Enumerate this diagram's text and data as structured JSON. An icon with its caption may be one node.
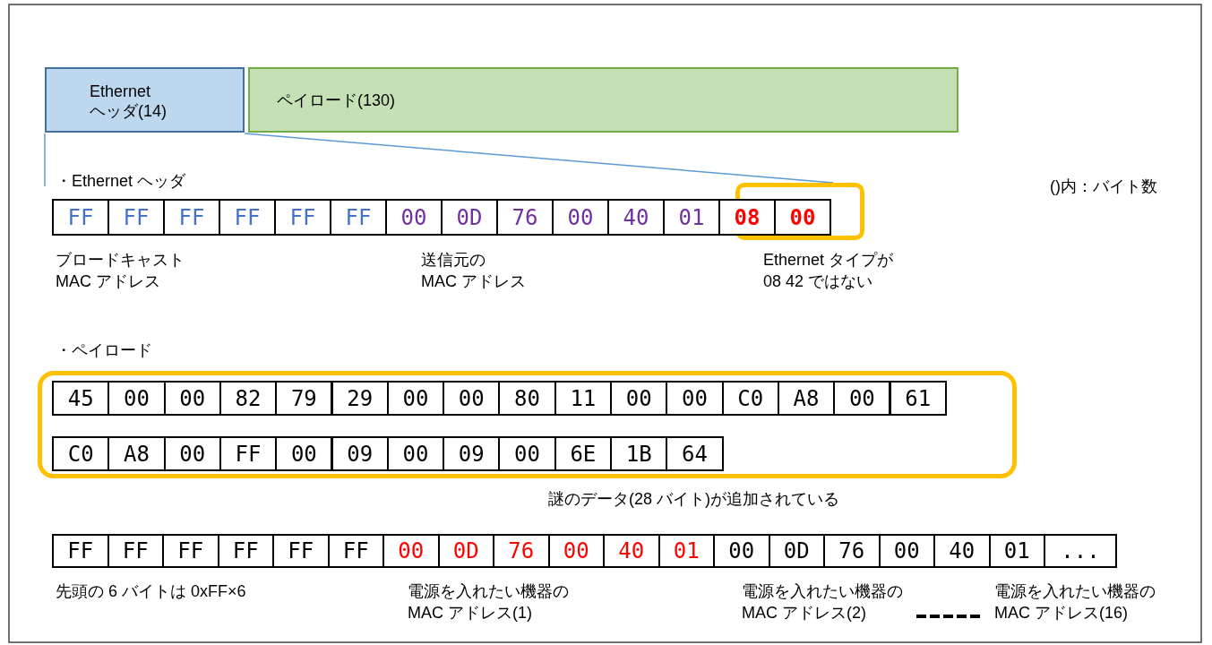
{
  "diagram": {
    "nodes": [
      {
        "text": [
          "Ethernet ヘッダ(14)"
        ]
      },
      {
        "text": [
          "ペイロード(130)"
        ]
      },
      {
        "text": [],
        "shape": "box"
      },
      {
        "text": [],
        "shape": "box"
      }
    ],
    "edges": [
      {
        "from": 0,
        "to": null,
        "arrow": "none"
      },
      {
        "from": 0,
        "to": 2,
        "arrow": "none"
      }
    ],
    "labels": [
      "・Ethernet ヘッダ",
      "()内：バイト数",
      "FF",
      "FF",
      "FF",
      "FF",
      "FF",
      "FF",
      "00",
      "0D",
      "76",
      "00",
      "40",
      "01",
      "08",
      "00",
      "ブロードキャスト MAC アドレス",
      "送信元の MAC アドレス",
      "Ethernet タイプが 08 42 ではない",
      "・ペイロード",
      "45",
      "00",
      "00",
      "82",
      "79",
      "29",
      "00",
      "00",
      "80",
      "11",
      "00",
      "00",
      "C0",
      "A8",
      "00",
      "61",
      "C0",
      "A8",
      "00",
      "FF",
      "00",
      "09",
      "00",
      "09",
      "00",
      "6E",
      "1B",
      "64",
      "謎のデータ(28 バイト)が追加されている",
      "FF",
      "FF",
      "FF",
      "FF",
      "FF",
      "FF",
      "00",
      "0D",
      "76",
      "00",
      "40",
      "01",
      "00",
      "0D",
      "76",
      "00",
      "40",
      "01",
      "...",
      "先頭の 6 バイトは 0xFF×6",
      "電源を入れたい機器の MAC アドレス(1)",
      "電源を入れたい機器の MAC アドレス(2)",
      "電源を入れたい機器の MAC アドレス(16)"
    ]
  }
}
